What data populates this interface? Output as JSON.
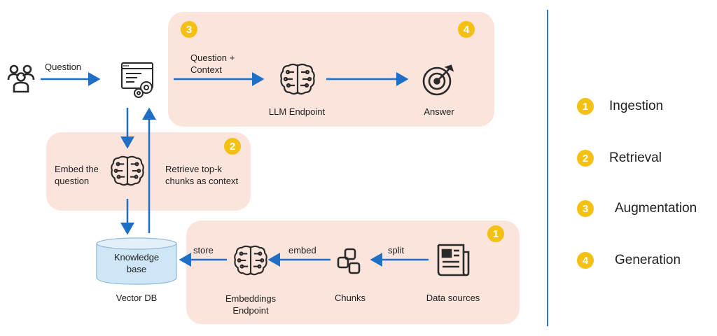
{
  "flow": {
    "question_label": "Question",
    "question_context_label_1": "Question +",
    "question_context_label_2": "Context",
    "llm_endpoint_label": "LLM Endpoint",
    "answer_label": "Answer",
    "embed_question_1": "Embed the",
    "embed_question_2": "question",
    "retrieve_1": "Retrieve top-k",
    "retrieve_2": "chunks as context",
    "knowledge_base_1": "Knowledge",
    "knowledge_base_2": "base",
    "vector_db_label": "Vector DB",
    "store_label": "store",
    "embed_label": "embed",
    "split_label": "split",
    "embeddings_endpoint_1": "Embeddings",
    "embeddings_endpoint_2": "Endpoint",
    "chunks_label": "Chunks",
    "data_sources_label": "Data sources"
  },
  "badges": {
    "ingestion": "1",
    "retrieval": "2",
    "augmentation": "3",
    "generation": "4"
  },
  "legend": [
    {
      "number": "1",
      "label": "Ingestion"
    },
    {
      "number": "2",
      "label": "Retrieval"
    },
    {
      "number": "3",
      "label": "Augmentation"
    },
    {
      "number": "4",
      "label": "Generation"
    }
  ],
  "colors": {
    "arrow": "#1f6fc7",
    "zone": "#fbe4dc",
    "badge": "#f4c012",
    "database": "#cfe6f7",
    "divider": "#2f74c8"
  },
  "icons": {
    "user": "users-icon",
    "app": "application-gear-icon",
    "llm": "brain-circuit-icon",
    "answer": "target-icon",
    "embed_query": "brain-circuit-icon",
    "embeddings": "brain-circuit-icon",
    "chunks": "chunks-icon",
    "data_sources": "document-icon",
    "database": "database-icon"
  }
}
